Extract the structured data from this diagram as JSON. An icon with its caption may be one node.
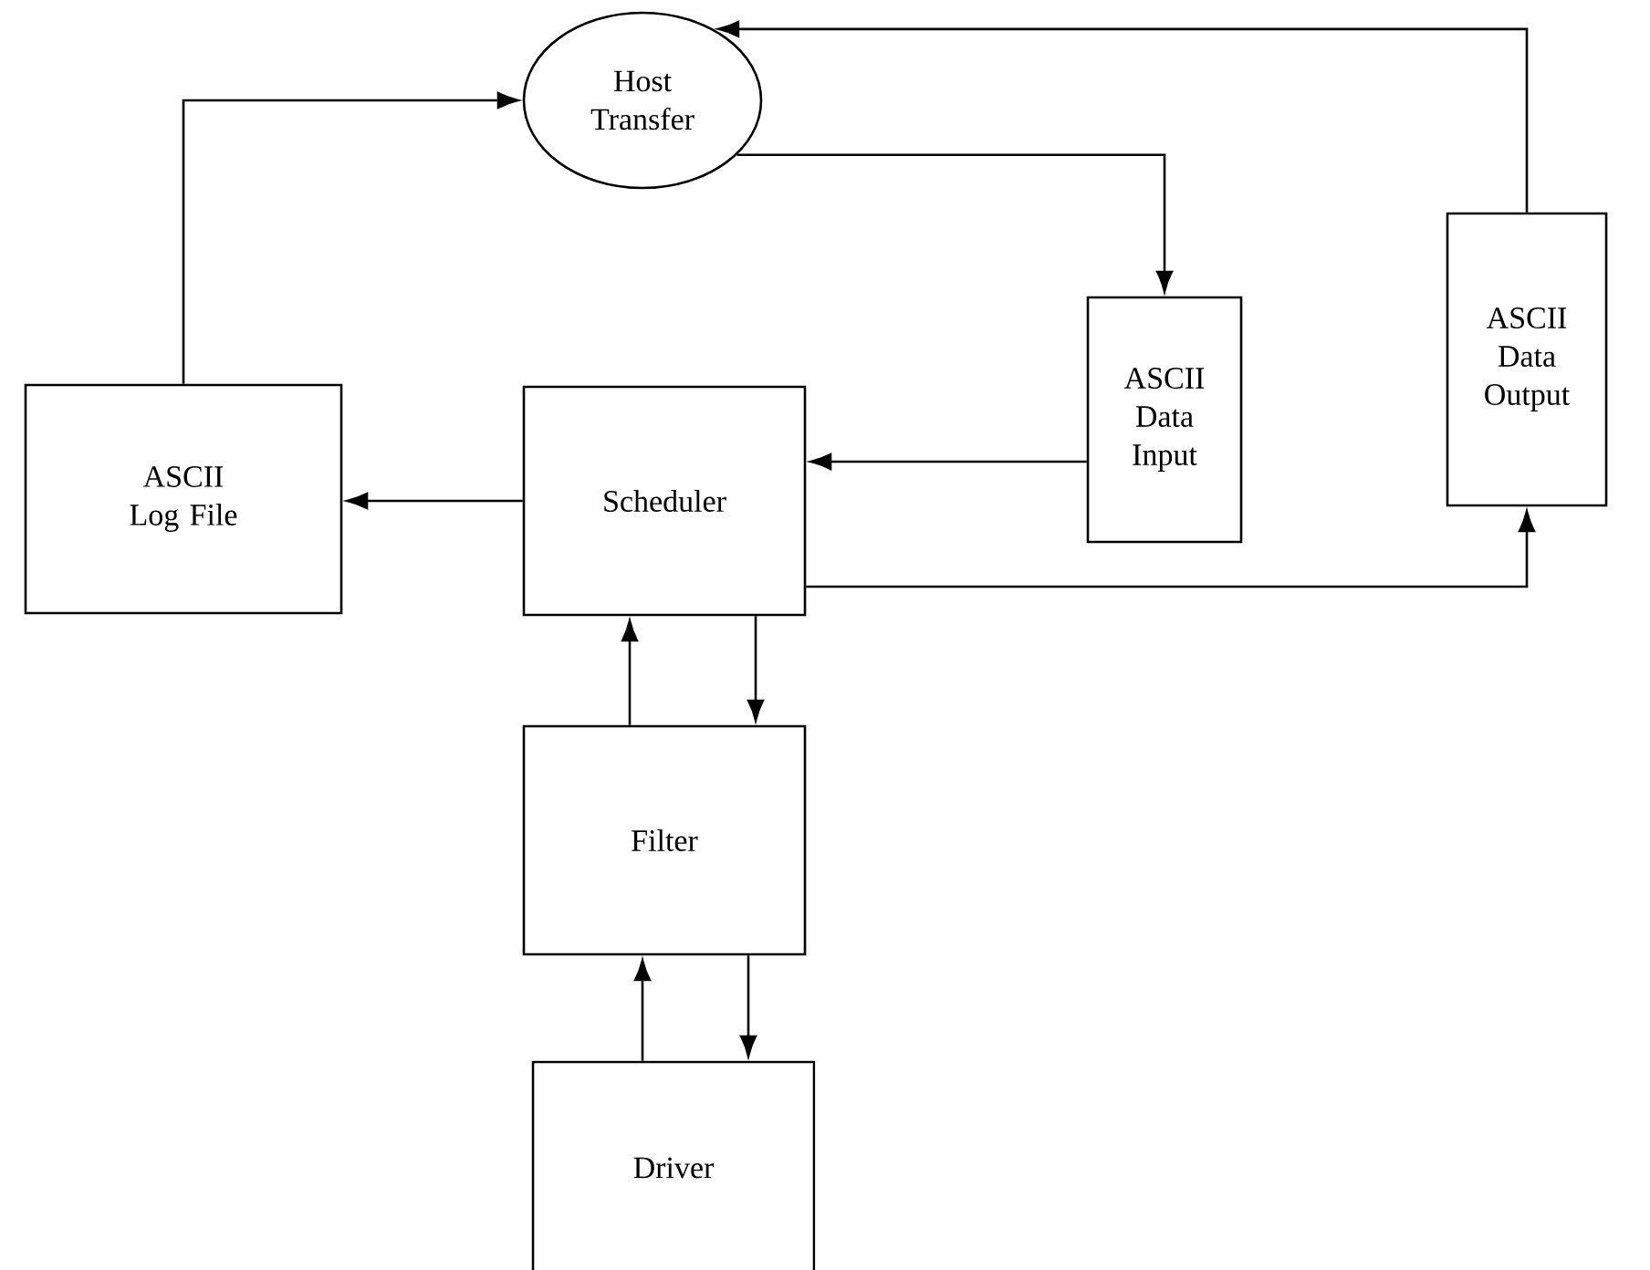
{
  "diagram": {
    "nodes": [
      {
        "text": [
          "Host Transfer"
        ]
      },
      {
        "text": [
          "ASCII Data Input"
        ]
      },
      {
        "text": [
          "ASCII Data Output"
        ]
      },
      {
        "text": [
          "ASCII Log File"
        ]
      },
      {
        "text": [
          "Scheduler"
        ]
      },
      {
        "text": [
          "Filter"
        ]
      },
      {
        "text": [
          "Driver"
        ]
      }
    ],
    "edges": [
      {
        "from": 3,
        "to": 0,
        "arrow": "to"
      },
      {
        "from": 0,
        "to": 1,
        "arrow": "to"
      },
      {
        "from": 2,
        "to": 0,
        "arrow": "to"
      },
      {
        "from": 1,
        "to": 4,
        "arrow": "to"
      },
      {
        "from": 4,
        "to": 3,
        "arrow": "to"
      },
      {
        "from": 4,
        "to": 2,
        "arrow": "to"
      },
      {
        "from": 5,
        "to": 4,
        "arrow": "to"
      },
      {
        "from": 4,
        "to": 5,
        "arrow": "to"
      },
      {
        "from": 6,
        "to": 5,
        "arrow": "to"
      },
      {
        "from": 5,
        "to": 6,
        "arrow": "to"
      }
    ]
  }
}
